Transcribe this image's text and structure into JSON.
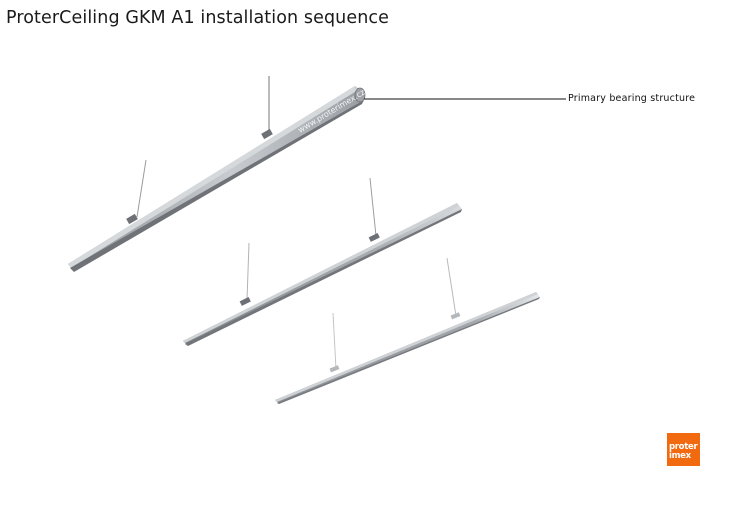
{
  "title": "ProterCeiling GKM A1 installation sequence",
  "callouts": {
    "primary_structure": "Primary bearing structure"
  },
  "profile_imprint": "www.proterimex.cz",
  "logo": {
    "line1": "proter",
    "line2": "imex",
    "color": "#f26a10"
  },
  "colors": {
    "profile_light": "#c9ccd0",
    "profile_mid": "#a7abb0",
    "profile_dark": "#7d8186",
    "wire": "#8a8d90"
  }
}
